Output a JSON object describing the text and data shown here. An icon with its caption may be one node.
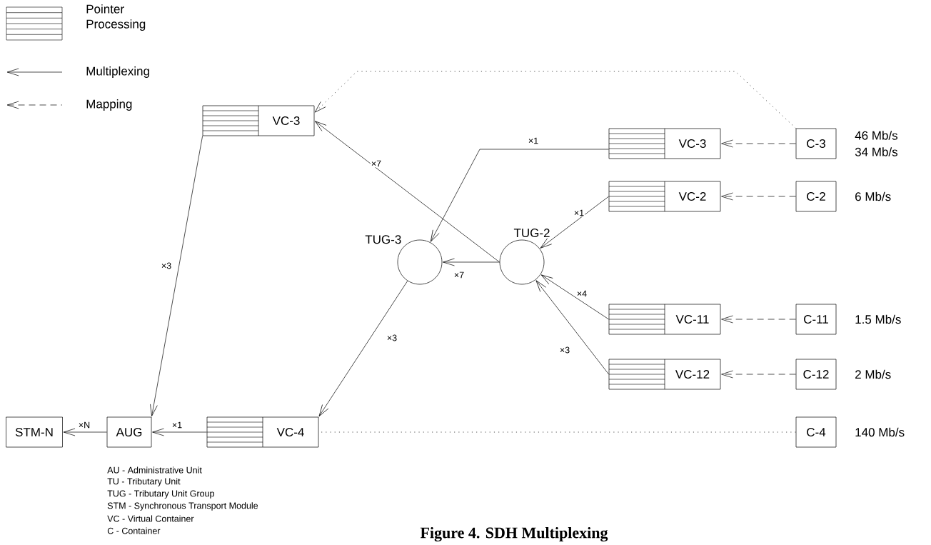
{
  "diagram": {
    "caption": "Figure 4. SDH Multiplexing",
    "nodes": [
      {
        "text": [
          "STM-N"
        ]
      },
      {
        "text": [
          "AUG"
        ]
      },
      {
        "text": [
          "VC-4"
        ]
      },
      {
        "text": [
          "VC-3"
        ]
      },
      {
        "text": [
          "TUG-3"
        ]
      },
      {
        "text": [
          "TUG-2"
        ]
      },
      {
        "text": [
          "VC-3"
        ]
      },
      {
        "text": [
          "VC-2"
        ]
      },
      {
        "text": [
          "VC-11"
        ]
      },
      {
        "text": [
          "VC-12"
        ]
      },
      {
        "text": [
          "C-3"
        ],
        "beside": [
          "46 Mb/s",
          "34 Mb/s"
        ]
      },
      {
        "text": [
          "C-2"
        ],
        "beside": [
          "6 Mb/s"
        ]
      },
      {
        "text": [
          "C-11"
        ],
        "beside": [
          "1.5 Mb/s"
        ]
      },
      {
        "text": [
          "C-12"
        ],
        "beside": [
          "2 Mb/s"
        ]
      },
      {
        "text": [
          "C-4"
        ],
        "beside": [
          "140 Mb/s"
        ]
      }
    ],
    "edges": [
      {
        "from": 1,
        "to": 0,
        "arrow": "to",
        "label": "×N"
      },
      {
        "from": 2,
        "to": 1,
        "arrow": "to",
        "label": "×1"
      },
      {
        "from": 3,
        "to": 1,
        "arrow": "to",
        "label": "×3"
      },
      {
        "from": 4,
        "to": 2,
        "arrow": "to",
        "label": "×3"
      },
      {
        "from": 5,
        "to": 3,
        "arrow": "to",
        "label": "×7"
      },
      {
        "from": 5,
        "to": 4,
        "arrow": "to",
        "label": "×7"
      },
      {
        "from": 6,
        "to": 4,
        "arrow": "to",
        "label": "×1"
      },
      {
        "from": 7,
        "to": 5,
        "arrow": "to",
        "label": "×1"
      },
      {
        "from": 8,
        "to": 5,
        "arrow": "to",
        "label": "×4"
      },
      {
        "from": 9,
        "to": 5,
        "arrow": "to",
        "label": "×3"
      },
      {
        "from": 10,
        "to": 6,
        "arrow": "to",
        "style": "dashed"
      },
      {
        "from": 11,
        "to": 7,
        "arrow": "to",
        "style": "dashed"
      },
      {
        "from": 12,
        "to": 8,
        "arrow": "to",
        "style": "dashed"
      },
      {
        "from": 13,
        "to": 9,
        "arrow": "to",
        "style": "dashed"
      },
      {
        "from": 10,
        "to": 3,
        "arrow": "to",
        "style": "dashed"
      },
      {
        "from": 14,
        "to": 2,
        "arrow": "none",
        "style": "dashed"
      }
    ],
    "labels": [
      "AU - Administrative Unit",
      "TU - Tributary Unit",
      "TUG - Tributary Unit Group",
      "STM - Synchronous Transport Module",
      "VC - Virtual Container",
      "C - Container"
    ],
    "legend": [
      {
        "text": "Pointer Processing"
      },
      {
        "text": "Multiplexing"
      },
      {
        "text": "Mapping"
      }
    ]
  }
}
